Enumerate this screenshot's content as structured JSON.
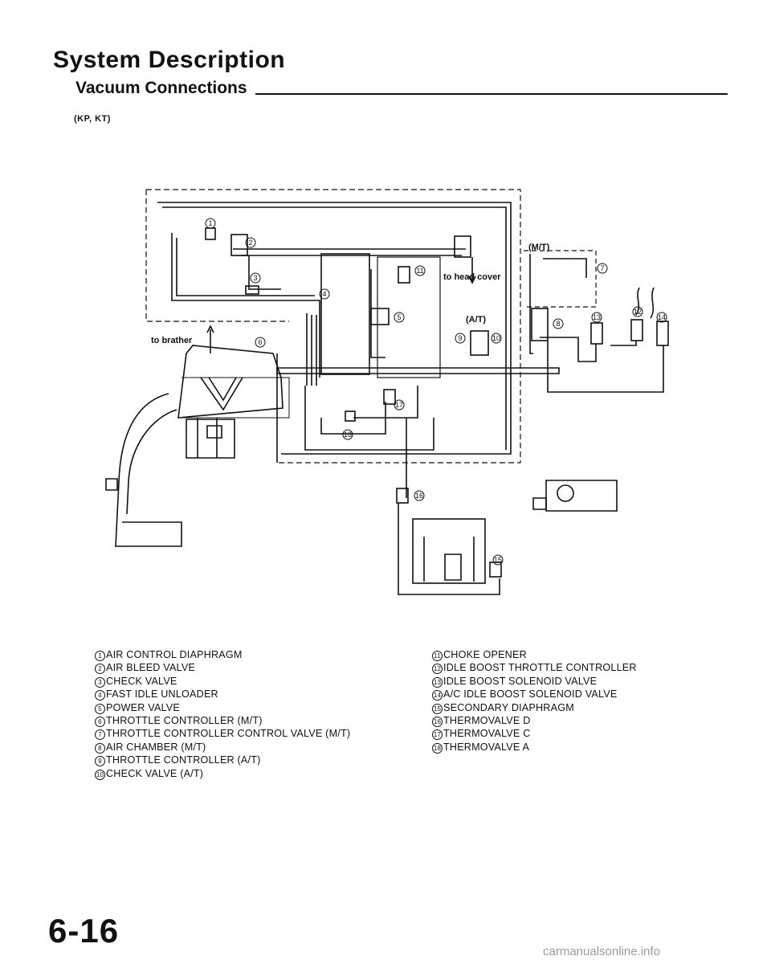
{
  "header": {
    "title": "System Description",
    "subtitle": "Vacuum Connections",
    "variant": "(KP, KT)"
  },
  "diagram_labels": {
    "to_brather": "to brather",
    "to_head_cover": "to head cover",
    "mt": "(M/T)",
    "at": "(A/T)"
  },
  "legend_left": [
    {
      "num": "1",
      "text": "AIR CONTROL DIAPHRAGM"
    },
    {
      "num": "2",
      "text": "AIR BLEED VALVE"
    },
    {
      "num": "3",
      "text": "CHECK VALVE"
    },
    {
      "num": "4",
      "text": "FAST IDLE UNLOADER"
    },
    {
      "num": "5",
      "text": "POWER VALVE"
    },
    {
      "num": "6",
      "text": "THROTTLE CONTROLLER (M/T)"
    },
    {
      "num": "7",
      "text": "THROTTLE CONTROLLER CONTROL VALVE (M/T)"
    },
    {
      "num": "8",
      "text": "AIR CHAMBER (M/T)"
    },
    {
      "num": "9",
      "text": "THROTTLE CONTROLLER (A/T)"
    },
    {
      "num": "10",
      "text": "CHECK VALVE (A/T)"
    }
  ],
  "legend_right": [
    {
      "num": "11",
      "text": "CHOKE OPENER"
    },
    {
      "num": "12",
      "text": "IDLE BOOST THROTTLE CONTROLLER"
    },
    {
      "num": "13",
      "text": "IDLE BOOST SOLENOID VALVE"
    },
    {
      "num": "14",
      "text": "A/C IDLE BOOST SOLENOID VALVE"
    },
    {
      "num": "15",
      "text": "SECONDARY DIAPHRAGM"
    },
    {
      "num": "16",
      "text": "THERMOVALVE D"
    },
    {
      "num": "17",
      "text": "THERMOVALVE C"
    },
    {
      "num": "18",
      "text": "THERMOVALVE A"
    }
  ],
  "footer": {
    "page_number": "6-16",
    "watermark": "carmanualsonline.info"
  }
}
